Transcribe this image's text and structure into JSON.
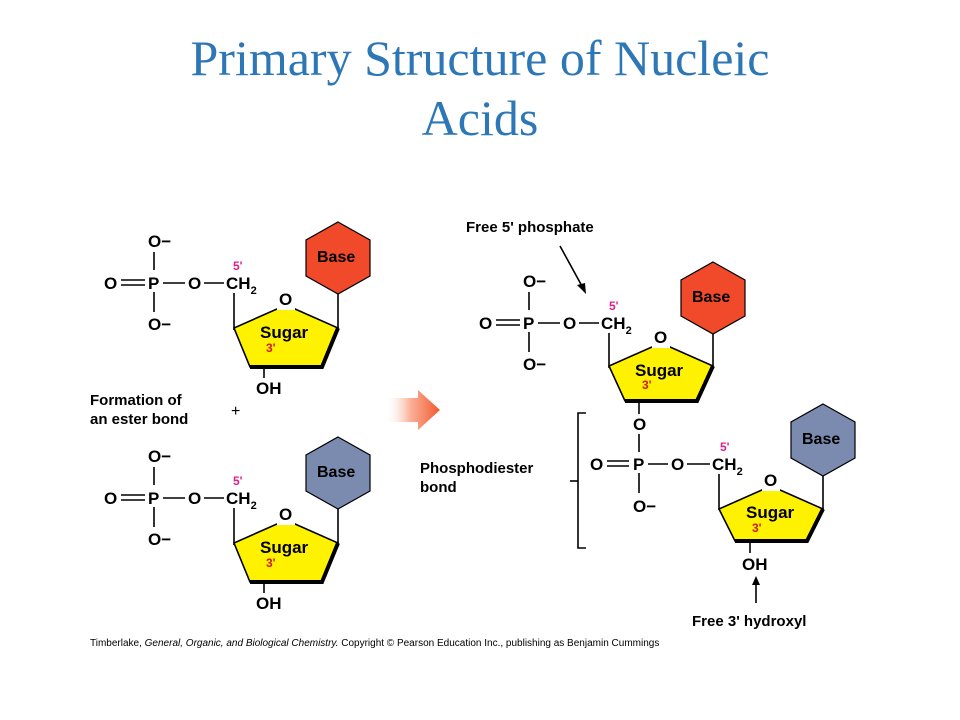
{
  "title": {
    "line1": "Primary Structure of Nucleic",
    "line2": "Acids"
  },
  "labels": {
    "formation": [
      "Formation of",
      "an ester bond"
    ],
    "plus": "+",
    "free_phosphate": "Free 5' phosphate",
    "phosphodiester": [
      "Phosphodiester",
      "bond"
    ],
    "free_hydroxyl": "Free 3' hydroxyl"
  },
  "chem": {
    "O_minus": "O−",
    "O": "O",
    "P": "P",
    "CH2": "CH",
    "CH2_sub": "2",
    "OH": "OH",
    "sugar": "Sugar",
    "base": "Base",
    "five_prime": "5'",
    "three_prime": "3'"
  },
  "colors": {
    "title": "#2e77b6",
    "sugar": "#fff200",
    "base_top": "#f04a2a",
    "base_bottom": "#7b8bb0",
    "arrow": "#f56f45",
    "five_prime": "#e0208a",
    "three_prime": "#d21a1a"
  },
  "credit": {
    "author": "Timberlake, ",
    "book": "General, Organic, and Biological Chemistry.",
    "rest": "  Copyright © Pearson Education Inc., publishing as Benjamin Cummings"
  }
}
